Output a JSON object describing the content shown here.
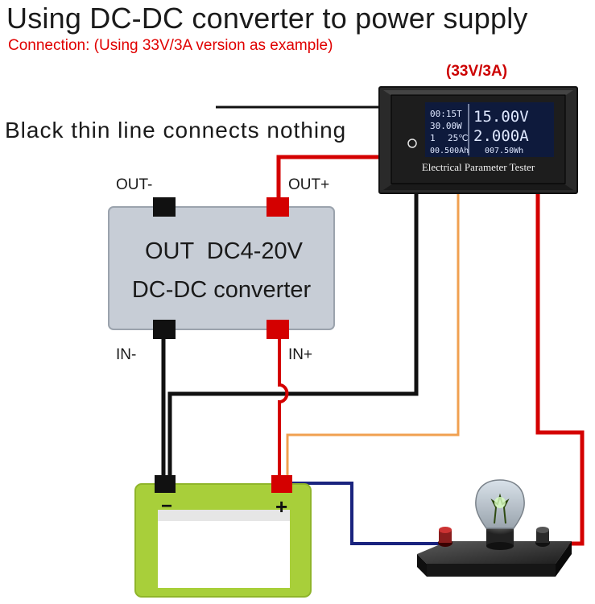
{
  "title": "Using DC-DC converter to power supply",
  "subtitle": "Connection: (Using 33V/3A version as example)",
  "version_label": "(33V/3A)",
  "note": "Black thin line connects nothing",
  "converter": {
    "line1": "OUT  DC4-20V",
    "line2": "DC-DC converter",
    "out_minus": "OUT-",
    "out_plus": "OUT+",
    "in_minus": "IN-",
    "in_plus": "IN+"
  },
  "meter": {
    "label": "Electrical Parameter Tester",
    "time": "00:15T",
    "power": "30.00W",
    "channel": "1",
    "temp": "25℃",
    "capacity": "00.500Ah",
    "energy": "007.50Wh",
    "voltage": "15.00V",
    "current": "2.000A"
  },
  "battery": {
    "minus": "−",
    "plus": "+"
  },
  "colors": {
    "red_wire": "#d40000",
    "black_wire": "#111111",
    "orange_wire": "#f0a050",
    "blue_wire": "#1a237e",
    "converter_fill": "#c7cdd6",
    "battery_frame": "#a8cf3a",
    "lcd_text": "#dfe8ff"
  },
  "icons": [
    "lightbulb-icon",
    "power-button-icon"
  ]
}
